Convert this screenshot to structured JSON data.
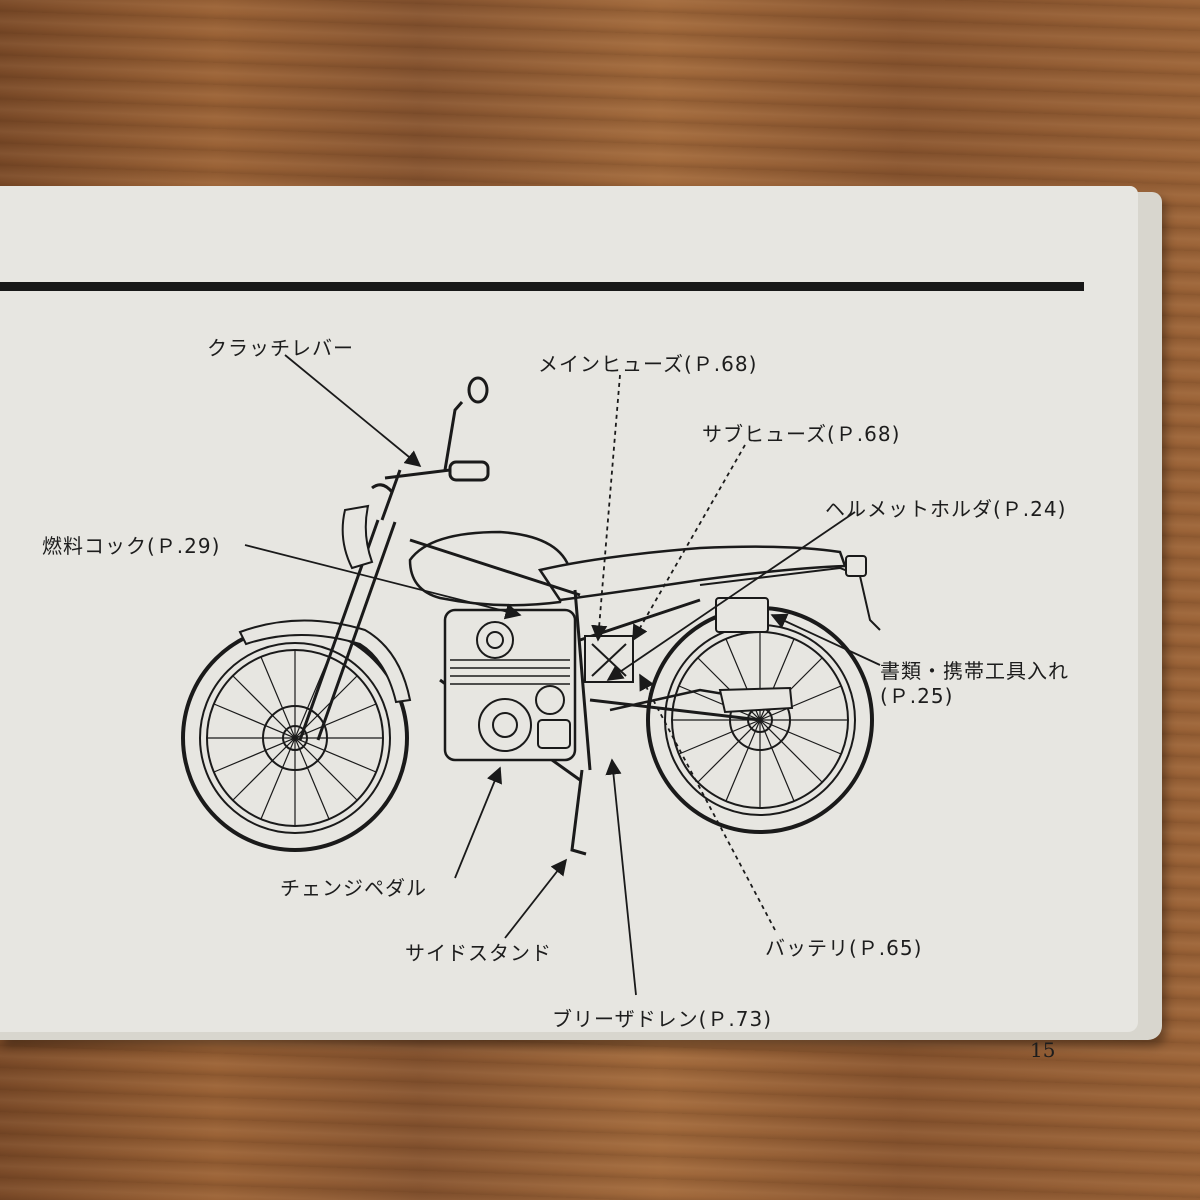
{
  "labels": {
    "clutch_lever": "クラッチレバー",
    "main_fuse": "メインヒューズ(Ｐ.68)",
    "sub_fuse": "サブヒューズ(Ｐ.68)",
    "helmet_holder": "ヘルメットホルダ(Ｐ.24)",
    "fuel_cock": "燃料コック(Ｐ.29)",
    "document_tool_case_line1": "書類・携帯工具入れ",
    "document_tool_case_line2": "(Ｐ.25)",
    "change_pedal": "チェンジペダル",
    "side_stand": "サイドスタンド",
    "battery": "バッテリ(Ｐ.65)",
    "breather_drain": "ブリーザドレン(Ｐ.73)"
  },
  "page_number": "15"
}
